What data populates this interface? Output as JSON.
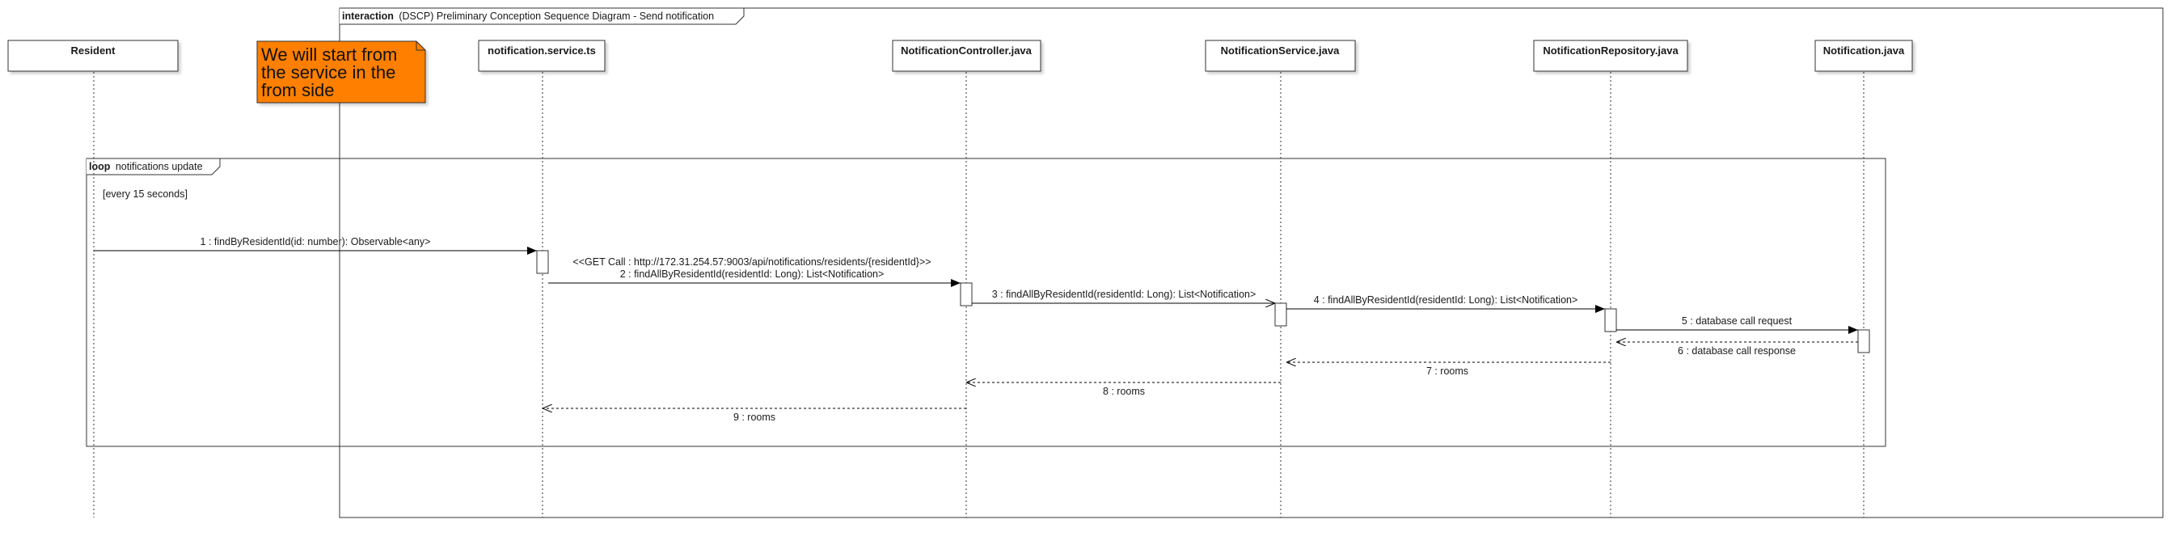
{
  "frame": {
    "keyword": "interaction",
    "title": "(DSCP) Preliminary Conception Sequence Diagram - Send notification"
  },
  "note": {
    "lines": [
      "We will start from",
      "the service in the",
      "from side"
    ],
    "color": "#ff7f00"
  },
  "lifelines": [
    "Resident",
    "notification.service.ts",
    "NotificationController.java",
    "NotificationService.java",
    "NotificationRepository.java",
    "Notification.java"
  ],
  "loop": {
    "keyword": "loop",
    "label": "notifications update",
    "guard": "[every 15 seconds]"
  },
  "messages": [
    {
      "label": "1 : findByResidentId(id: number): Observable<any>",
      "from": 0,
      "to": 1,
      "kind": "sync"
    },
    {
      "label": "<<GET Call : http://172.31.254.57:9003/api/notifications/residents/{residentId}>>",
      "label2": "2 : findAllByResidentId(residentId: Long): List<Notification>",
      "from": 1,
      "to": 2,
      "kind": "sync"
    },
    {
      "label": "3 : findAllByResidentId(residentId: Long): List<Notification>",
      "from": 2,
      "to": 3,
      "kind": "open"
    },
    {
      "label": "4 : findAllByResidentId(residentId: Long): List<Notification>",
      "from": 3,
      "to": 4,
      "kind": "sync"
    },
    {
      "label": "5 : database call request",
      "from": 4,
      "to": 5,
      "kind": "sync"
    },
    {
      "label": "6 : database call response",
      "from": 5,
      "to": 4,
      "kind": "return"
    },
    {
      "label": "7 : rooms",
      "from": 4,
      "to": 3,
      "kind": "return"
    },
    {
      "label": "8 : rooms",
      "from": 3,
      "to": 2,
      "kind": "return"
    },
    {
      "label": "9 : rooms",
      "from": 2,
      "to": 1,
      "kind": "return"
    }
  ]
}
